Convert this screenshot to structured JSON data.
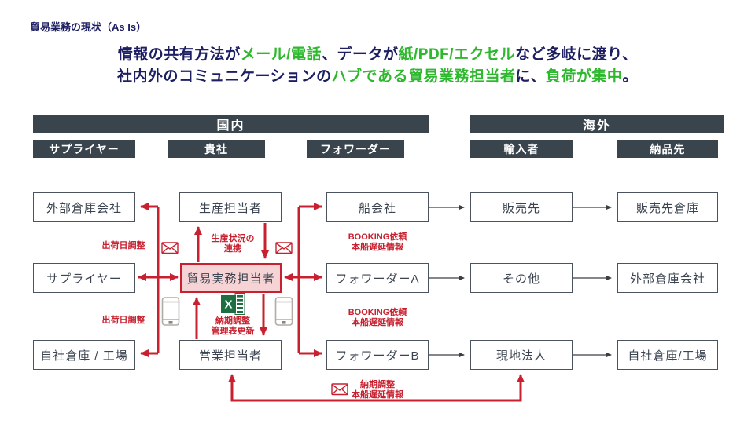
{
  "title": "貿易業務の現状（As Is）",
  "headline": {
    "line1": [
      {
        "text": "情報の共有方法が",
        "color": "navy"
      },
      {
        "text": "メール/電話",
        "color": "green"
      },
      {
        "text": "、データが",
        "color": "navy"
      },
      {
        "text": "紙/PDF/エクセル",
        "color": "green"
      },
      {
        "text": "など多岐に渡り、",
        "color": "navy"
      }
    ],
    "line2": [
      {
        "text": "社内外のコミュニケーションの",
        "color": "navy"
      },
      {
        "text": "ハブである貿易業務担当者",
        "color": "green"
      },
      {
        "text": "に、",
        "color": "navy"
      },
      {
        "text": "負荷が集中",
        "color": "green"
      },
      {
        "text": "。",
        "color": "navy"
      }
    ]
  },
  "regions": {
    "domestic": "国内",
    "overseas": "海外"
  },
  "columns": {
    "c1": "サプライヤー",
    "c2": "貴社",
    "c3": "フォワーダー",
    "c4": "輸入者",
    "c5": "納品先"
  },
  "nodes": {
    "r1c1": "外部倉庫会社",
    "r1c2": "生産担当者",
    "r1c3": "船会社",
    "r1c4": "販売先",
    "r1c5": "販売先倉庫",
    "r2c1": "サプライヤー",
    "r2c2": "貿易実務担当者",
    "r2c3": "フォワーダーA",
    "r2c4": "その他",
    "r2c5": "外部倉庫会社",
    "r3c1": "自社倉庫 / 工場",
    "r3c2": "営業担当者",
    "r3c3": "フォワーダーB",
    "r3c4": "現地法人",
    "r3c5": "自社倉庫/工場"
  },
  "annotations": {
    "shipdate1": "出荷日調整",
    "production_status": {
      "l1": "生産状況の",
      "l2": "連携"
    },
    "booking1": {
      "l1": "BOOKING依頼",
      "l2": "本船遅延情報"
    },
    "shipdate2": "出荷日調整",
    "delivery_mgmt": {
      "l1": "納期調整",
      "l2": "管理表更新"
    },
    "booking2": {
      "l1": "BOOKING依頼",
      "l2": "本船遅延情報"
    },
    "bottom": {
      "l1": "納期調整",
      "l2": "本船遅延情報"
    }
  },
  "icons": {
    "mail": "envelope-icon",
    "phone": "smartphone-icon",
    "excel": "excel-file-icon",
    "excel_letter": "X"
  },
  "colors": {
    "navy": "#1e1f63",
    "green": "#2eb82e",
    "red": "#c8202f",
    "header_bg": "#39444c",
    "box_border": "#4b545e",
    "box_text": "#3b4450",
    "highlight_fill": "#f6d4d6",
    "phone_gray": "#b3aca4"
  }
}
